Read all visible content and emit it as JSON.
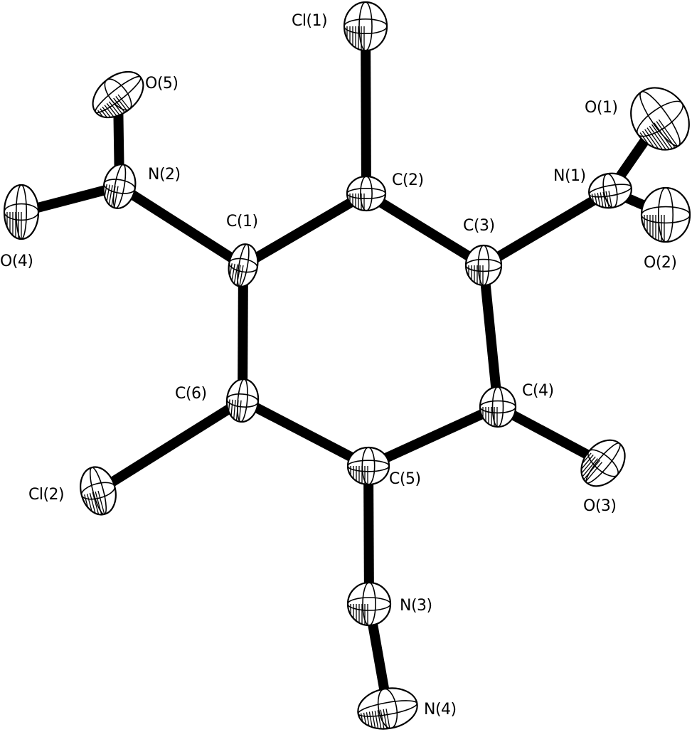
{
  "atoms": [
    {
      "id": "C1",
      "label": "C(1)"
    },
    {
      "id": "C2",
      "label": "C(2)"
    },
    {
      "id": "C3",
      "label": "C(3)"
    },
    {
      "id": "C4",
      "label": "C(4)"
    },
    {
      "id": "C5",
      "label": "C(5)"
    },
    {
      "id": "C6",
      "label": "C(6)"
    },
    {
      "id": "Cl1",
      "label": "Cl(1)"
    },
    {
      "id": "Cl2",
      "label": "Cl(2)"
    },
    {
      "id": "N1",
      "label": "N(1)"
    },
    {
      "id": "N2",
      "label": "N(2)"
    },
    {
      "id": "N3",
      "label": "N(3)"
    },
    {
      "id": "N4",
      "label": "N(4)"
    },
    {
      "id": "O1",
      "label": "O(1)"
    },
    {
      "id": "O2",
      "label": "O(2)"
    },
    {
      "id": "O3",
      "label": "O(3)"
    },
    {
      "id": "O4",
      "label": "O(4)"
    },
    {
      "id": "O5",
      "label": "O(5)"
    }
  ],
  "bonds": [
    [
      "C1",
      "C2"
    ],
    [
      "C2",
      "C3"
    ],
    [
      "C3",
      "C4"
    ],
    [
      "C4",
      "C5"
    ],
    [
      "C5",
      "C6"
    ],
    [
      "C6",
      "C1"
    ],
    [
      "C2",
      "Cl1"
    ],
    [
      "C6",
      "Cl2"
    ],
    [
      "C1",
      "N2"
    ],
    [
      "N2",
      "O4"
    ],
    [
      "N2",
      "O5"
    ],
    [
      "C3",
      "N1"
    ],
    [
      "N1",
      "O1"
    ],
    [
      "N1",
      "O2"
    ],
    [
      "C4",
      "O3"
    ],
    [
      "C5",
      "N3"
    ],
    [
      "N3",
      "N4"
    ]
  ]
}
